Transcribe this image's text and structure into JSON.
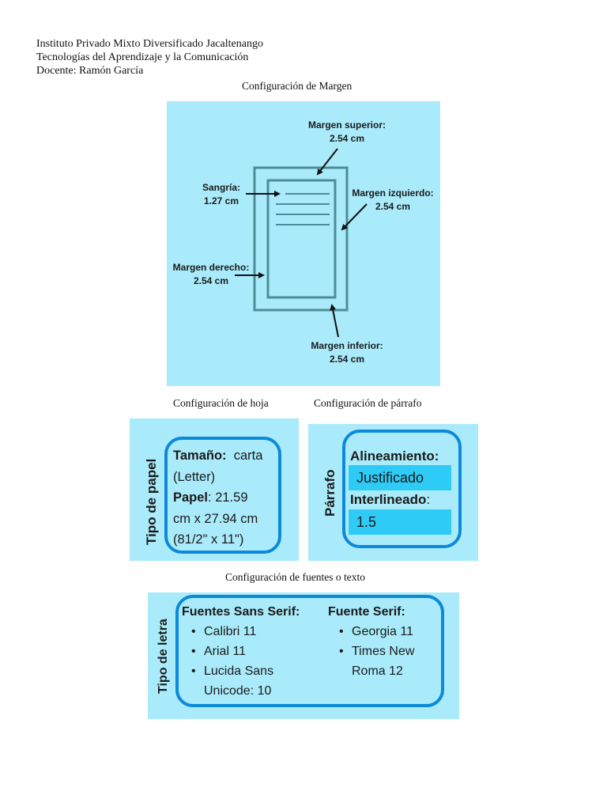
{
  "header": {
    "line1": "Instituto Privado Mixto Diversificado Jacaltenango",
    "line2": "Tecnologías del Aprendizaje y la Comunicación",
    "line3": "Docente: Ramón García"
  },
  "margin_section": {
    "caption": "Configuración de Margen",
    "top_label": "Margen superior:",
    "top_value": "2.54 cm",
    "indent_label": "Sangría:",
    "indent_value": "1.27 cm",
    "left_label": "Margen izquierdo:",
    "left_value": "2.54 cm",
    "right_label": "Margen derecho:",
    "right_value": "2.54 cm",
    "bottom_label": "Margen inferior:",
    "bottom_value": "2.54 cm"
  },
  "sheet_section": {
    "caption": "Configuración de hoja",
    "side_title": "Tipo de papel",
    "size_label": "Tamaño:",
    "size_value": "carta",
    "size_note": "(Letter)",
    "paper_label": "Papel",
    "paper_value": ": 21.59",
    "paper_line2": "cm x 27.94 cm",
    "paper_line3": "(81/2\" x 11\")"
  },
  "paragraph_section": {
    "caption": "Configuración de párrafo",
    "side_title": "Párrafo",
    "align_label": "Alineamiento:",
    "align_value": "Justificado",
    "spacing_label": "Interlineado",
    "spacing_colon": ":",
    "spacing_value": "1.5"
  },
  "font_section": {
    "caption": "Configuración de fuentes o texto",
    "side_title": "Tipo de letra",
    "sans_title": "Fuentes Sans Serif:",
    "sans_items": [
      "Calibri 11",
      "Arial 11",
      "Lucida Sans"
    ],
    "sans_item3_cont": "Unicode: 10",
    "serif_title": "Fuente Serif:",
    "serif_items": [
      "Georgia 11",
      "Times New"
    ],
    "serif_item2_cont": "Roma 12",
    "bullet": "•"
  },
  "colors": {
    "panel_bg": "#aaebfb",
    "border_blue": "#0d89d9",
    "highlight": "#2fcbf7",
    "page_outline": "#4f8c9a"
  }
}
